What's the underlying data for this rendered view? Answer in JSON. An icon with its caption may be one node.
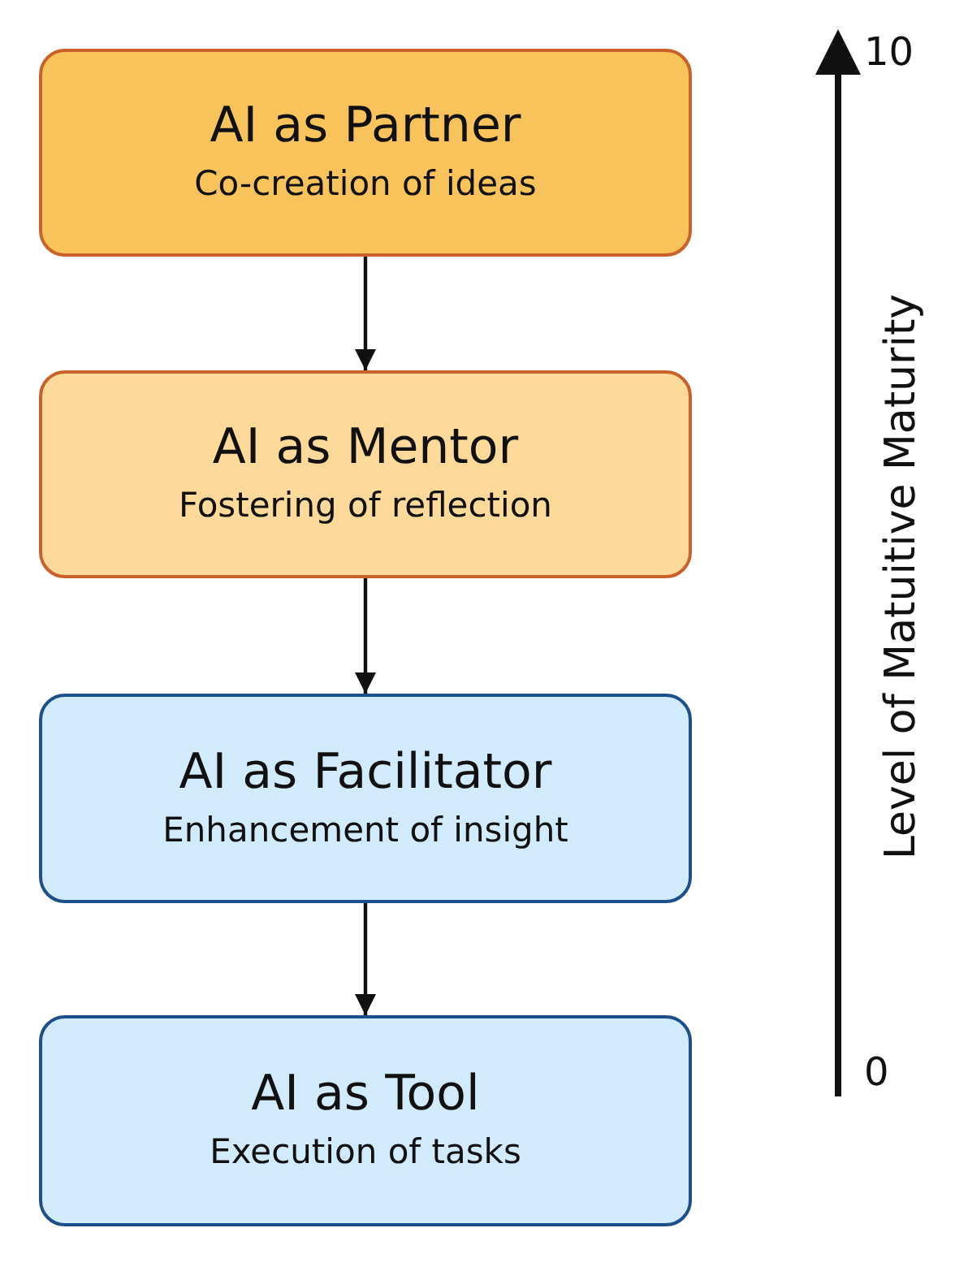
{
  "diagram": {
    "nodes": [
      {
        "text": [
          "AI as Partner",
          "Co-creation of ideas"
        ]
      },
      {
        "text": [
          "AI as Mentor",
          "Fostering of reflection"
        ]
      },
      {
        "text": [
          "AI as Facilitator",
          "Enhancement of insight"
        ]
      },
      {
        "text": [
          "AI as Tool",
          "Execution of tasks"
        ]
      }
    ],
    "edges": [
      {
        "from": 0,
        "to": 1,
        "arrow": "to"
      },
      {
        "from": 1,
        "to": 2,
        "arrow": "to"
      },
      {
        "from": 2,
        "to": 3,
        "arrow": "to"
      }
    ],
    "labels": [
      "10",
      "Level of Matuitive Maturity",
      "0"
    ]
  }
}
